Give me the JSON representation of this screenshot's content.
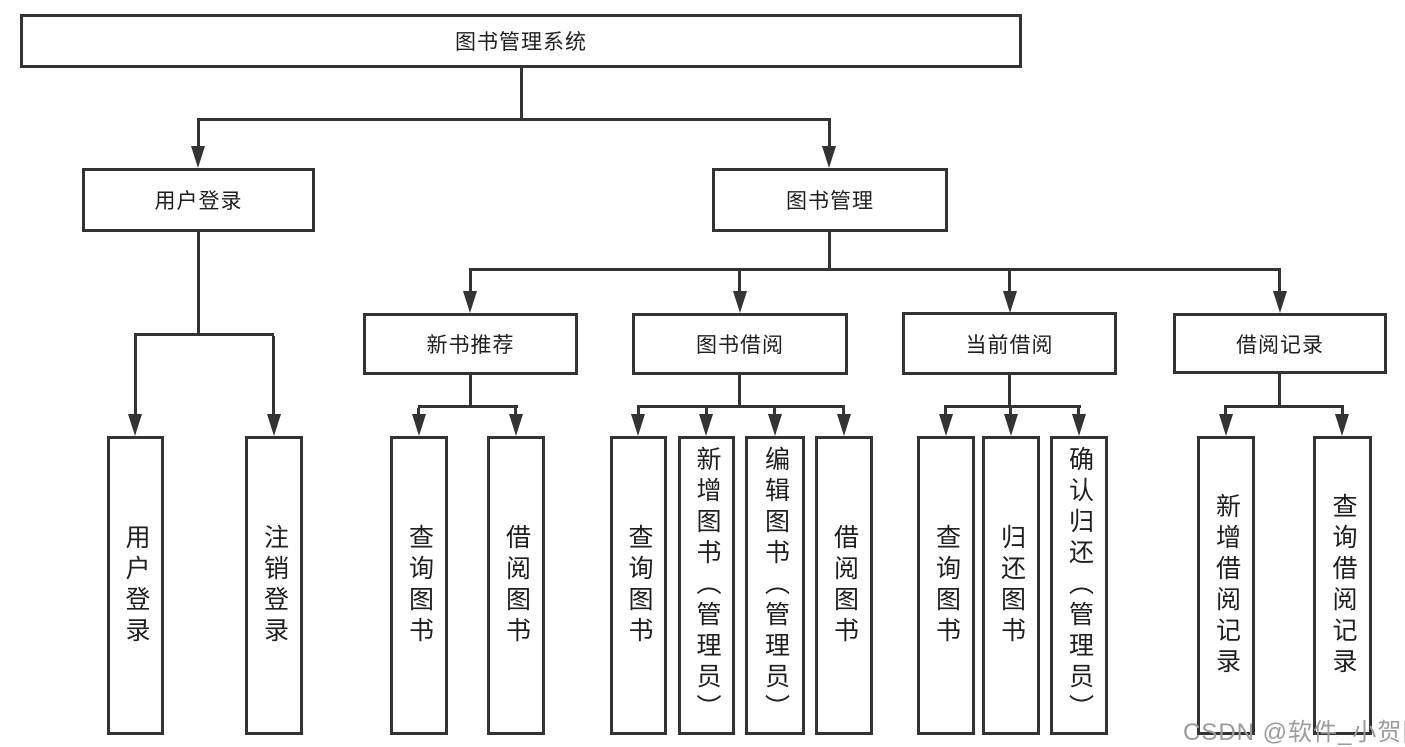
{
  "diagram": {
    "root": "图书管理系统",
    "branches": [
      {
        "label": "用户登录",
        "children": [
          "用户登录",
          "注销登录"
        ]
      },
      {
        "label": "图书管理",
        "groups": [
          {
            "label": "新书推荐",
            "children": [
              "查询图书",
              "借阅图书"
            ]
          },
          {
            "label": "图书借阅",
            "children": [
              "查询图书",
              "新增图书（管理员）",
              "编辑图书（管理员）",
              "借阅图书"
            ]
          },
          {
            "label": "当前借阅",
            "children": [
              "查询图书",
              "归还图书",
              "确认归还（管理员）"
            ]
          },
          {
            "label": "借阅记录",
            "children": [
              "新增借阅记录",
              "查询借阅记录"
            ]
          }
        ]
      }
    ]
  },
  "watermark": {
    "text": "CSDN @软件_小贺同学"
  },
  "colors": {
    "line": "#333333",
    "text": "#1f1f1f",
    "watermark": "#9c9c9c",
    "background": "#ffffff"
  }
}
